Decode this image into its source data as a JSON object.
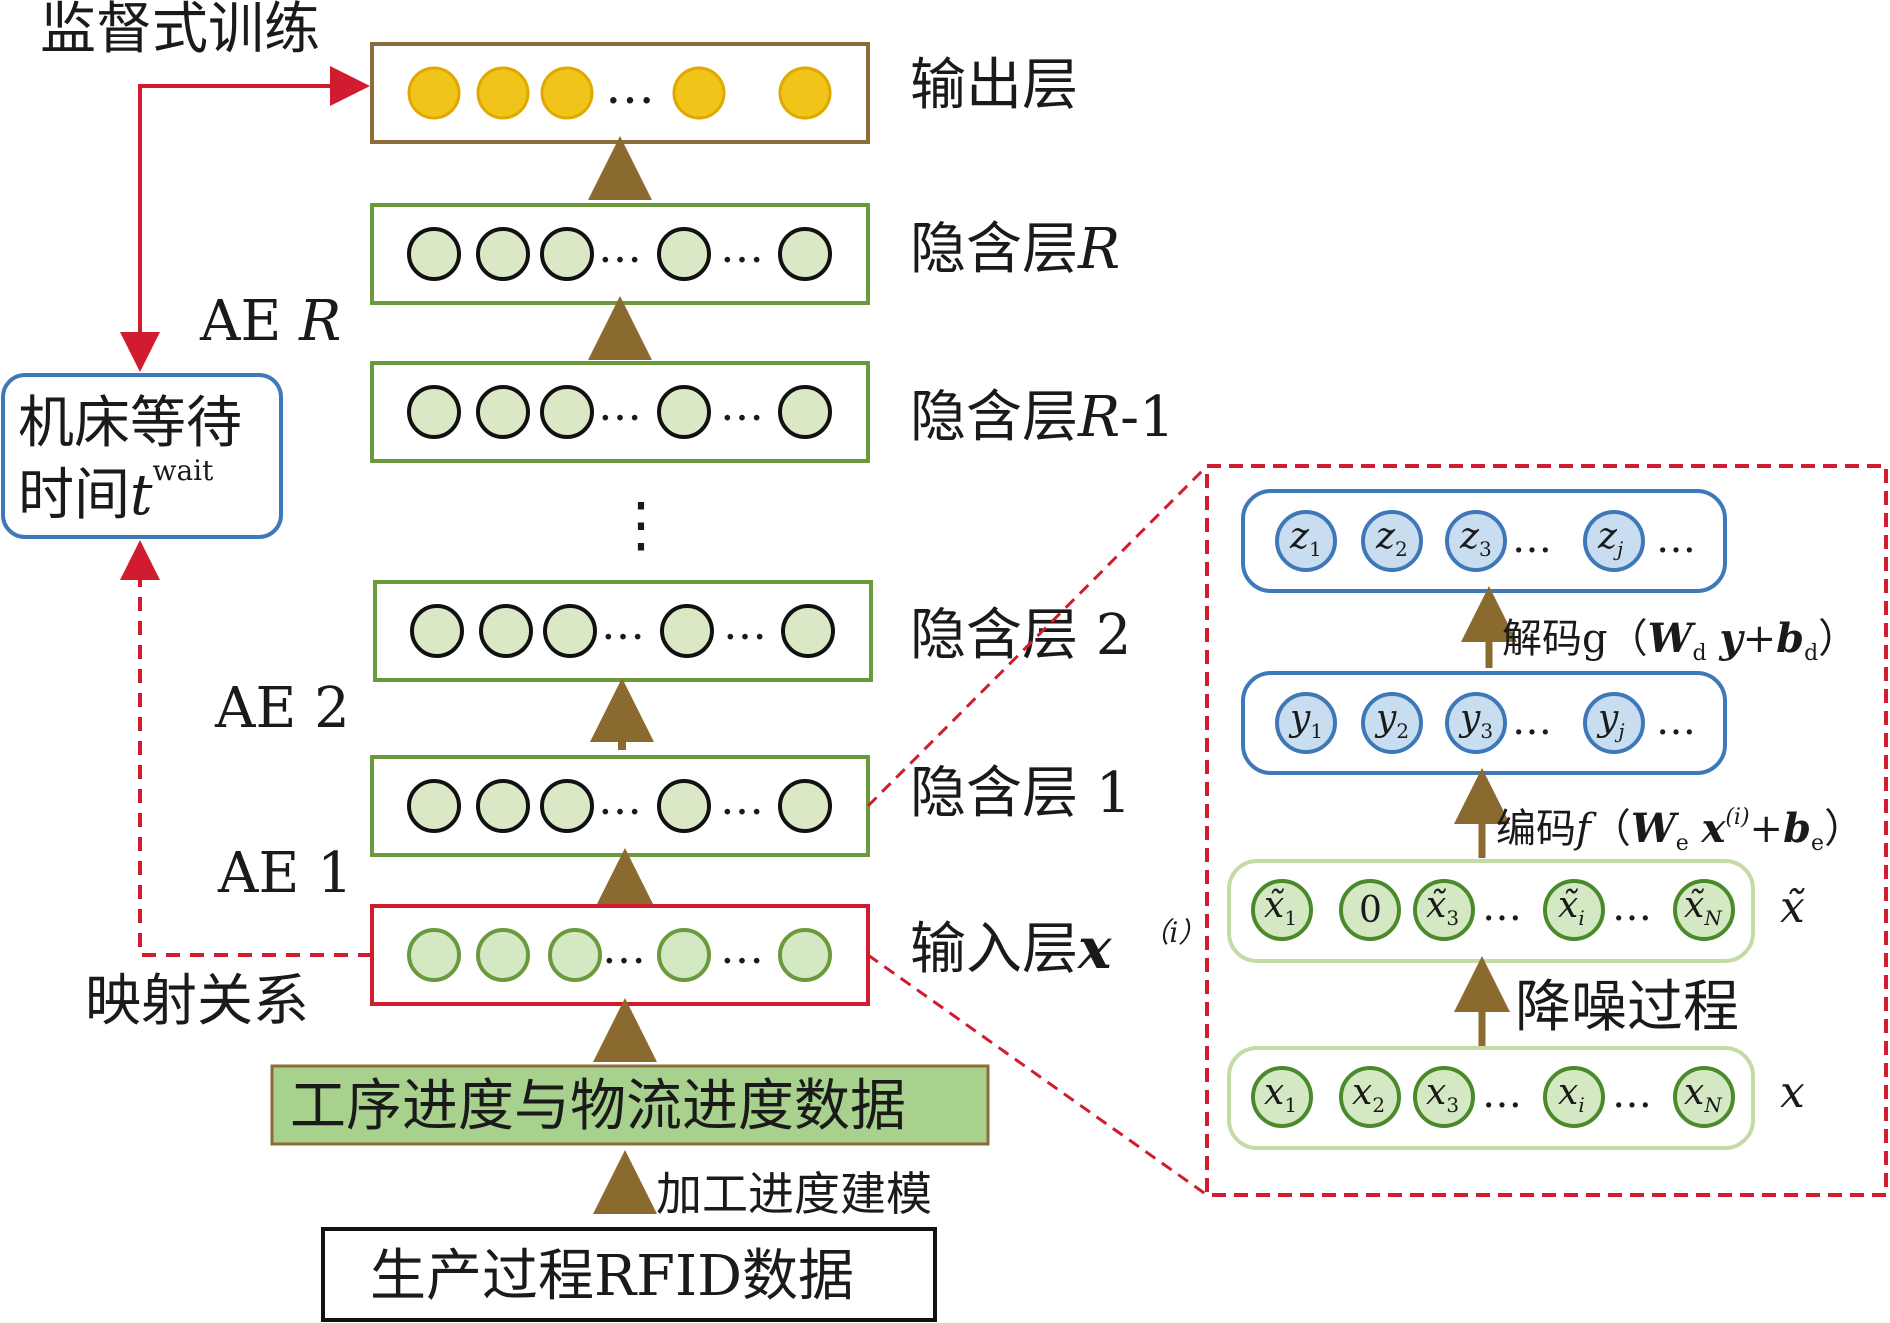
{
  "top_label": "监督式训练",
  "mapping_label": "映射关系",
  "wait_box": {
    "line1": "机床等待",
    "line2": "时间",
    "var": "t",
    "sup": "wait"
  },
  "layers": {
    "output": "输出层",
    "hidden_R": {
      "text": "隐含层",
      "var": "R"
    },
    "hidden_R1": {
      "text": "隐含层",
      "var": "R",
      "suffix": "-1"
    },
    "hidden_2": "隐含层 2",
    "hidden_1": "隐含层 1",
    "input": {
      "text": "输入层",
      "var": "x",
      "sup": "（i）"
    }
  },
  "ae_labels": {
    "aeR": "AE",
    "aeR_var": "R",
    "ae2": "AE 2",
    "ae1": "AE 1"
  },
  "data_box": "工序进度与物流进度数据",
  "modeling_label": "加工进度建模",
  "rfid_box": "生产过程RFID数据",
  "vertical_dots": "⋮",
  "detail": {
    "decode": {
      "cn": "解码",
      "f": "g",
      "W": "W",
      "Wsub": "d",
      "y": "y",
      "plus": "+",
      "b": "b",
      "bsub": "d"
    },
    "encode": {
      "cn": "编码",
      "f": "f",
      "W": "W",
      "Wsub": "e",
      "x": "x",
      "xsup": "(i)",
      "plus": "+",
      "b": "b",
      "bsub": "e"
    },
    "denoise": "降噪过程",
    "z_nodes": [
      "z",
      "z",
      "z",
      "z"
    ],
    "z_subs": [
      "1",
      "2",
      "3",
      "j"
    ],
    "y_nodes": [
      "y",
      "y",
      "y",
      "y"
    ],
    "y_subs": [
      "1",
      "2",
      "3",
      "j"
    ],
    "xt_nodes": [
      "x̃",
      "0",
      "x̃",
      "x̃",
      "x̃"
    ],
    "xt_subs": [
      "1",
      "",
      "3",
      "i",
      "N"
    ],
    "x_nodes": [
      "x",
      "x",
      "x",
      "x",
      "x"
    ],
    "x_subs": [
      "1",
      "2",
      "3",
      "i",
      "N"
    ],
    "xt_label": "x̃",
    "x_label": "x",
    "ellipsis": "…"
  },
  "colors": {
    "output_node": "#f0c419",
    "hidden_node": "#dbe8c6",
    "input_node": "#d5e8c4",
    "green_border": "#6b9a3c",
    "output_border": "#8c6d3a",
    "red": "#d01c2e",
    "blue_border": "#3e78b8",
    "blue_node": "#c9ddf0",
    "arrow_brown": "#8b6a2f",
    "data_fill": "#a9d18e"
  }
}
